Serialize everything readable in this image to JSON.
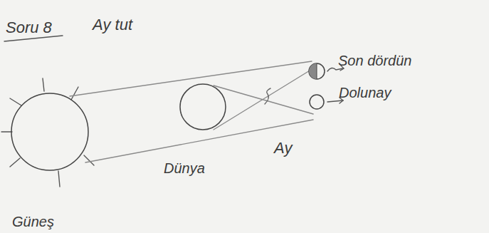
{
  "diagram": {
    "nodes": [
      {
        "text": [
          "Güneş"
        ]
      },
      {
        "text": [
          "Dünya"
        ]
      },
      {
        "text": [
          "Son dördün"
        ]
      },
      {
        "text": [
          "Dolunay"
        ]
      }
    ],
    "labels": [
      "Soru 8",
      "Ay tut",
      "Ay"
    ]
  }
}
